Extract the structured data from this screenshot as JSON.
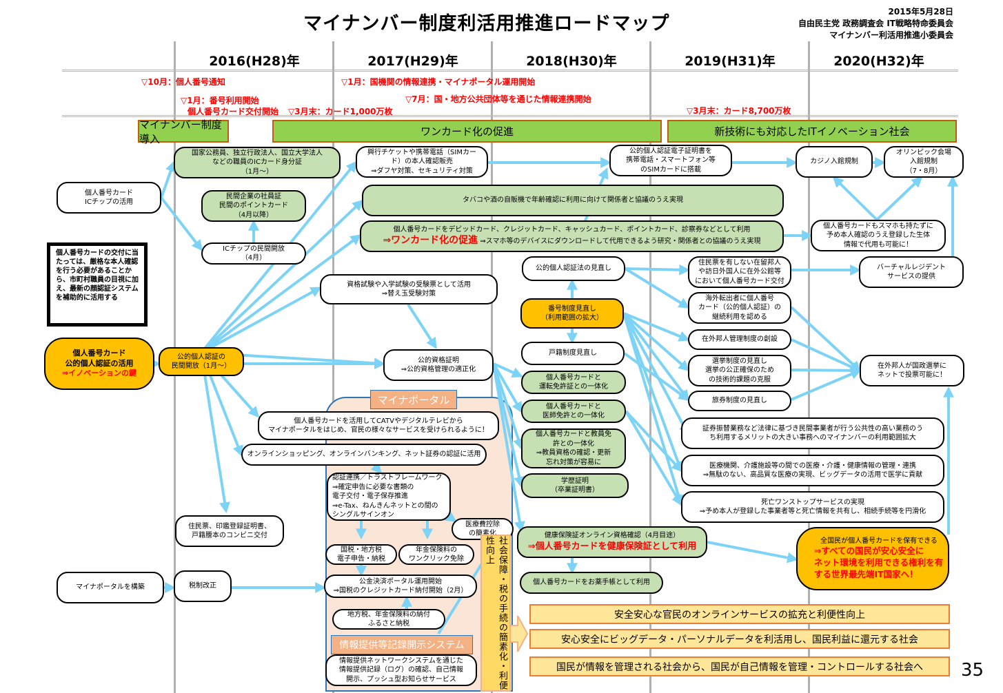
{
  "header": {
    "title": "マイナンバー制度利活用推進ロードマップ",
    "date": "2015年5月28日",
    "org_line1": "自由民主党  政務調査会  IT戦略特命委員会",
    "org_line2": "マイナンバー利活用推進小委員会"
  },
  "years": [
    "2016(H28)年",
    "2017(H29)年",
    "2018(H30)年",
    "2019(H31)年",
    "2020(H32)年"
  ],
  "milestones": [
    "▽10月：個人番号通知",
    "▽1月：番号利用開始",
    "個人番号カード交付開始",
    "▽3月末：カード1,000万枚",
    "▽1月：国機関の情報連携・マイナポータル運用開始",
    "▽7月：国・地方公共団体等を通じた情報連携開始",
    "▽3月末：カード8,700万枚"
  ],
  "phases": [
    "マイナンバー制度導入",
    "ワンカード化の促進",
    "新技術にも対応したITイノベーション社会"
  ],
  "note": "個人番号カードの交付に当たっては、厳格な本人確認を行う必要があることから、市町村職員の目視に加え、最新の顔認証システムを補助的に活用する",
  "nodes": {
    "ic_chip": [
      "個人番号カード",
      "ICチップの活用"
    ],
    "gov_id": [
      "国家公務員、独立行政法人、国立大学法人",
      "などの職員のICカード身分証",
      "（1月～）"
    ],
    "private_id": [
      "民間企業の社員証",
      "民間のポイントカード",
      "（4月以降）"
    ],
    "ic_open": [
      "ICチップの民間開放",
      "（4月）"
    ],
    "core": [
      "個人番号カード",
      "公的個人認証の活用",
      "⇒イノベーションの鍵"
    ],
    "jpki_open": [
      "公的個人認証の",
      "民間開放（1月～）"
    ],
    "ticket": [
      "興行チケットや携帯電話（SIMカー",
      "ド）の本人確認販売",
      "⇒ダフヤ対策、セキュリティ対策"
    ],
    "vending": [
      "タバコや酒の自販機で年齢確認に利用に向けて関係者と協議のうえ実現"
    ],
    "onecard": [
      "個人番号カードをデビッドカード、クレジットカード、キャッシュカード、ポイントカード、診察券などとして利用",
      "⇒ワンカード化の促進",
      "⇒スマホ等のデバイスにダウンロードして代用できるよう研究・関係者との協議のうえ実現"
    ],
    "exam": [
      "資格試験や入学試験の受験票として活用",
      "⇒替え玉受験対策"
    ],
    "qual_cert": [
      "公的資格証明",
      "⇒公的資格管理の適正化"
    ],
    "sim_cert": [
      "公的個人認証電子証明書を",
      "携帯電話・スマートフォン等",
      "のSIMカードに搭載"
    ],
    "casino": [
      "カジノ入館規制"
    ],
    "olympic": [
      "オリンピック会場",
      "入館規制",
      "（7・8月）"
    ],
    "biometric": [
      "個人番号カードもスマホも持たずに",
      "予め本人確認のうえ登録した生体",
      "情報で代用も可能に！"
    ],
    "jpki_law": [
      "公的個人認証法の見直し"
    ],
    "number_review": [
      "番号制度見直し",
      "（利用範囲の拡大）"
    ],
    "koseki": [
      "戸籍制度見直し"
    ],
    "license": [
      "個人番号カードと",
      "運転免許証との一体化"
    ],
    "doctor": [
      "個人番号カードと",
      "医師免許との一体化"
    ],
    "teacher": [
      "個人番号カードと教員免",
      "許との一体化",
      "⇒教員資格の確認・更新",
      "忘れ対策が容易に"
    ],
    "diploma": [
      "学歴証明",
      "（卒業証明書）"
    ],
    "resident_abroad": [
      "住民票を有しない在留邦人",
      "や訪日外国人に在外公館等",
      "において個人番号カード交付"
    ],
    "emigrant": [
      "海外転出者に個人番号",
      "カード（公的個人認証）の",
      "継続利用を認める"
    ],
    "overseas_mgmt": [
      "在外邦人管理制度の創設"
    ],
    "election": [
      "選挙制度の見直し",
      "選挙の公正確保のため",
      "の技術的課題の克服"
    ],
    "passport": [
      "旅券制度の見直し"
    ],
    "virtual": [
      "バーチャルレジデント",
      "サービスの提供"
    ],
    "evote": [
      "在外邦人が国政選挙に",
      "ネットで投票可能に！"
    ],
    "securities": [
      "証券振替業務など法律に基づき民間事業者が行う公共性の高い業務のう",
      "ち利用するメリットの大きい事務へのマイナンバーの利用範囲拡大"
    ],
    "medical": [
      "医療機関、介護施設等の間での医療・介護・健康情報の管理・連携",
      "⇒無駄のない、高品質な医療の実現、ビッグデータの活用で医学に貢献"
    ],
    "death": [
      "死亡ワンストップサービスの実現",
      "⇒予め本人が登録した事業者等と死亡情報を共有し、相続手続等を円滑化"
    ],
    "catv": [
      "個人番号カードを活用してCATVやデジタルテレビから",
      "マイナポータルをはじめ、官民の様々なサービスを受けられるように！"
    ],
    "online": [
      "オンラインショッピング、オンラインバンキング、ネット証券の認証に活用"
    ],
    "trust": [
      "認証連携／トラストフレームワーク",
      "⇒確定申告に必要な書類の",
      "電子交付・電子保存推進",
      "⇒e-Tax、ねんきんネットとの間の",
      "シングルサインオン"
    ],
    "medical_deduction": [
      "医療費控除",
      "の簡素化"
    ],
    "tax_filing": [
      "国税・地方税",
      "電子申告・納税"
    ],
    "pension_exempt": [
      "年金保険料の",
      "ワンクリック免除"
    ],
    "payment_portal": [
      "公金決済ポータル運用開始",
      "⇒国税のクレジットカード納付開始（2月）"
    ],
    "furusato": [
      "地方税、年金保険料の納付",
      "ふるさと納税"
    ],
    "info_disclosure": [
      "情報提供ネットワークシステムを通じた",
      "情報提供記録（ログ）の確認、自己情報",
      "開示、プッシュ型お知らせサービス"
    ],
    "juminhyo": [
      "住民票、印鑑登録証明書、",
      "戸籍謄本のコンビニ交付"
    ],
    "build_portal": [
      "マイナポータルを構築"
    ],
    "tax_reform": [
      "税制改正"
    ],
    "health_insurance": [
      "健康保険証オンライン資格確認（4月目途）",
      "⇒個人番号カードを健康保険証として利用"
    ],
    "medicine_book": [
      "個人番号カードをお薬手帳として利用"
    ],
    "goal": [
      "全国民が個人番号カードを保有できる",
      "⇒すべての国民が安心安全に",
      "ネット環境を利用できる権利を有",
      "する世界最先端IT国家へ！"
    ]
  },
  "portal_label": "マイナポータル",
  "info_system_label": "情報提供等記録開示システム",
  "vertical_label": "社会保障・税の手続の簡素化・利便性向上",
  "outcomes": [
    "安全安心な官民のオンラインサービスの拡充と利便性向上",
    "安心安全にビッグデータ・パーソナルデータを利活用し、国民利益に還元する社会",
    "国民が情報を管理される社会から、国民が自己情報を管理・コントロールする社会へ"
  ],
  "page_number": "35",
  "colors": {
    "arrow": "#7dd3f5",
    "phase_fill": "#92d050",
    "node_green": "#c6e0b4",
    "node_orange": "#ffc000",
    "milestone_red": "#ff0000",
    "portal_fill": "#fbe5d6",
    "label_orange": "#f4b183",
    "outcome_fill": "#ffe699"
  }
}
